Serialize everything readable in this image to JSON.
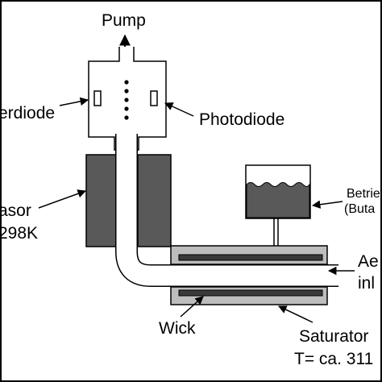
{
  "labels": {
    "pump": "Pump",
    "laserdiode": "erdiode",
    "photodiode": "Photodiode",
    "condensor": "asor",
    "condensor_temp": "298K",
    "reservoir_line1": "Betrie",
    "reservoir_line2": "(Buta",
    "aerosol_line1": "Ae",
    "aerosol_line2": "inl",
    "wick": "Wick",
    "saturator": "Saturator",
    "saturator_temp": "T= ca. 311"
  },
  "colors": {
    "frame": "#000000",
    "background": "#ffffff",
    "condenser_fill": "#595959",
    "saturator_fill": "#bdbdbd",
    "wick_fill": "#3a3a3a",
    "liquid_fill": "#595959",
    "line": "#000000"
  },
  "icons": {
    "arrow": "arrow-icon",
    "sensor_dots": "dots-icon"
  }
}
